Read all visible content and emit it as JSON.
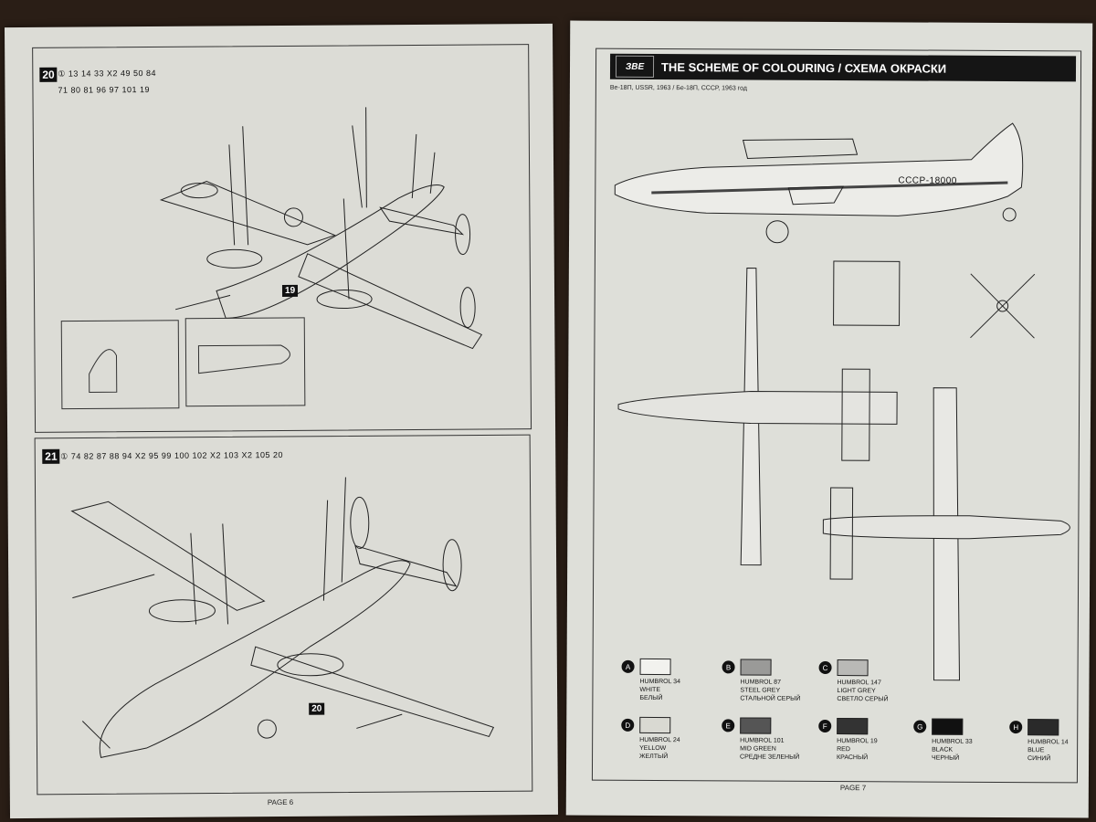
{
  "left_page": {
    "step20": {
      "number": "20",
      "parts": "① 13 14 33 X2 49 50 84",
      "parts2": "71 80 81 96 97 101 19",
      "tag": "19"
    },
    "step21": {
      "number": "21",
      "parts": "① 74 82 87 88 94 X2 95 99 100 102 X2 103 X2 105 20",
      "tag": "20"
    },
    "page_label": "PAGE 6"
  },
  "right_page": {
    "logo": "ЗВЕ",
    "title": "THE SCHEME OF COLOURING / СХЕМА ОКРАСКИ",
    "subtitle": "Be-18П, USSR, 1963 / Бе-18П, СССР, 1963 год",
    "registration": "CCCP-18000",
    "page_label": "PAGE 7",
    "colours": [
      {
        "letter": "A",
        "name": "HUMBROL 34",
        "en": "WHITE",
        "ru": "БЕЛЫЙ",
        "color": "#f2f2ee"
      },
      {
        "letter": "B",
        "name": "HUMBROL 87",
        "en": "STEEL GREY",
        "ru": "СТАЛЬНОЙ СЕРЫЙ",
        "color": "#9a9a98"
      },
      {
        "letter": "C",
        "name": "HUMBROL 147",
        "en": "LIGHT GREY",
        "ru": "СВЕТЛО СЕРЫЙ",
        "color": "#b9b9b6"
      },
      {
        "letter": "D",
        "name": "HUMBROL 24",
        "en": "YELLOW",
        "ru": "ЖЕЛТЫЙ",
        "color": "#d9d9d2"
      },
      {
        "letter": "E",
        "name": "HUMBROL 101",
        "en": "MID GREEN",
        "ru": "СРЕДНЕ ЗЕЛЕНЫЙ",
        "color": "#555"
      },
      {
        "letter": "F",
        "name": "HUMBROL 19",
        "en": "RED",
        "ru": "КРАСНЫЙ",
        "color": "#333"
      },
      {
        "letter": "G",
        "name": "HUMBROL 33",
        "en": "BLACK",
        "ru": "ЧЕРНЫЙ",
        "color": "#111"
      },
      {
        "letter": "H",
        "name": "HUMBROL 14",
        "en": "BLUE",
        "ru": "СИНИЙ",
        "color": "#2a2a2a"
      }
    ]
  }
}
